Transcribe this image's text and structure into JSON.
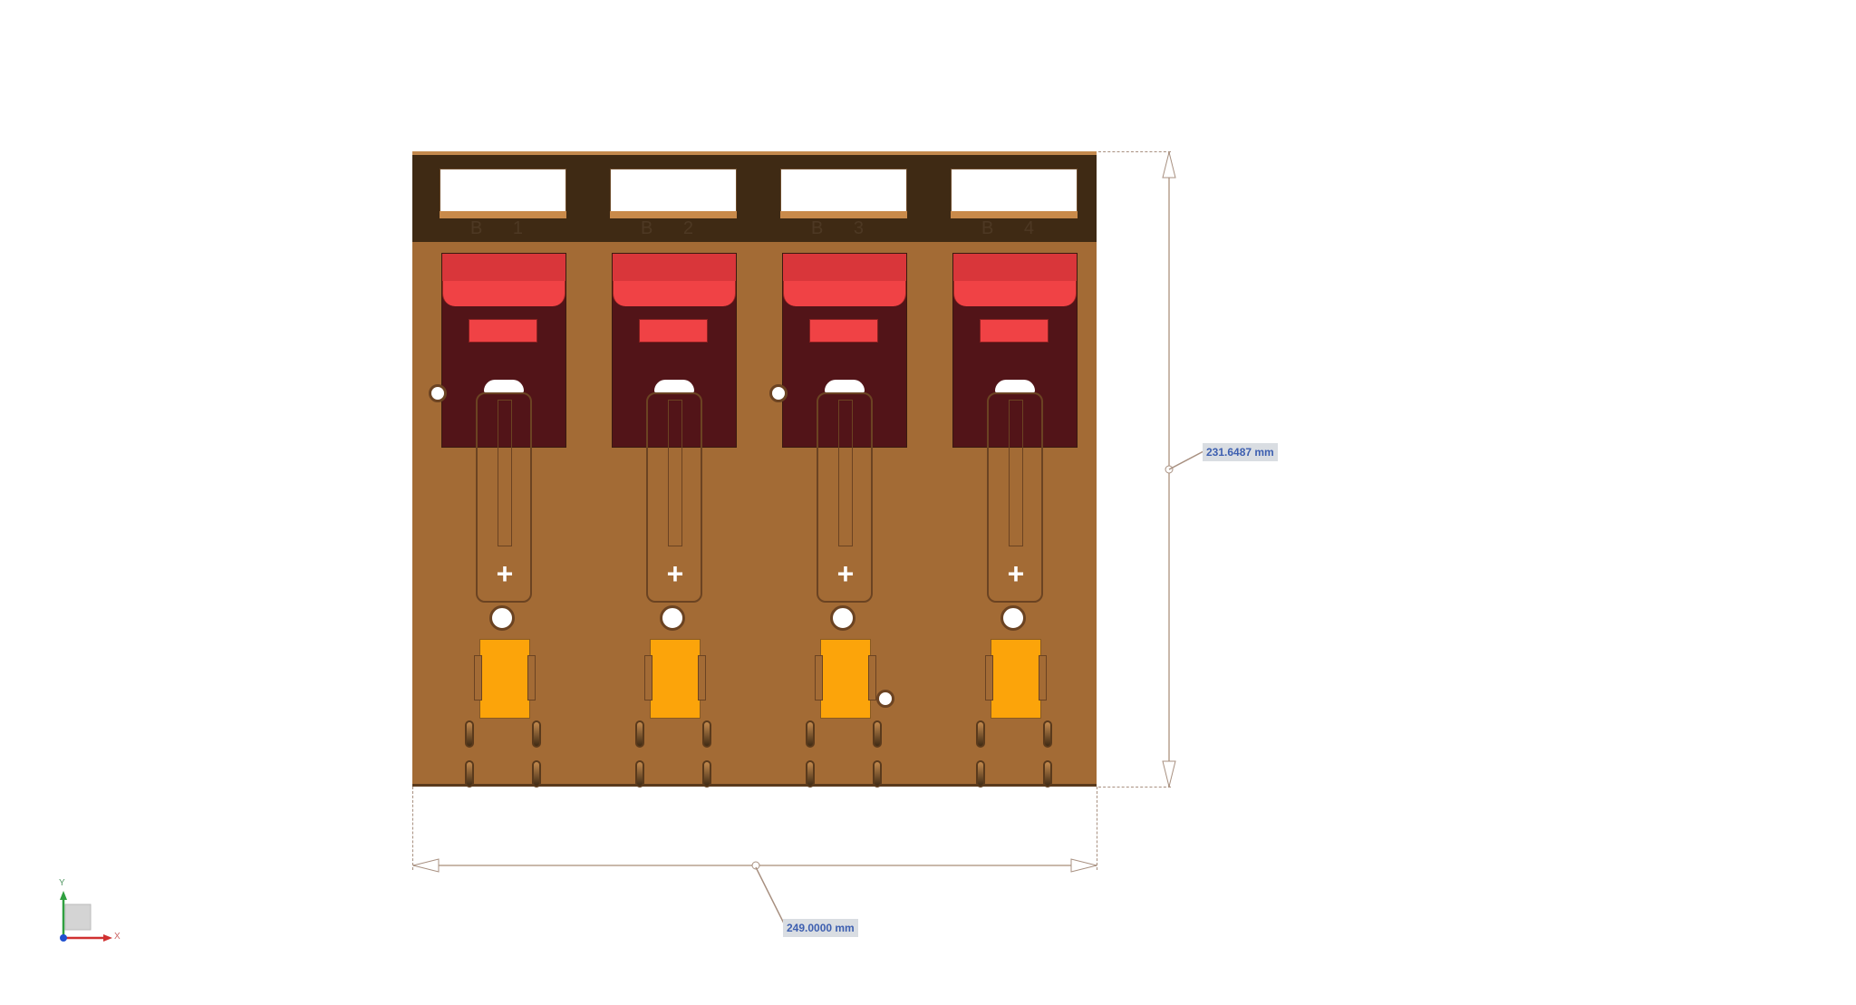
{
  "viewport": {
    "background": "#ffffff",
    "part": {
      "name": "battery-holder-plate",
      "colors": {
        "plate": "#a36b35",
        "header_band": "#3f2a14",
        "red_housing_dark": "#521418",
        "red_housing_top": "#d9363a",
        "red_housing_mid": "#f04245",
        "orange_block": "#fca40a"
      },
      "slots": [
        {
          "label": "B 1"
        },
        {
          "label": "B 2"
        },
        {
          "label": "B 3"
        },
        {
          "label": "B 4"
        }
      ]
    },
    "dimensions": {
      "height": {
        "value": "231.6487 mm"
      },
      "width": {
        "value": "249.0000 mm"
      }
    },
    "triad": {
      "x_label": "X",
      "y_label": "Y",
      "colors": {
        "x": "#d03030",
        "y": "#30a040",
        "z": "#2050d0"
      }
    }
  }
}
